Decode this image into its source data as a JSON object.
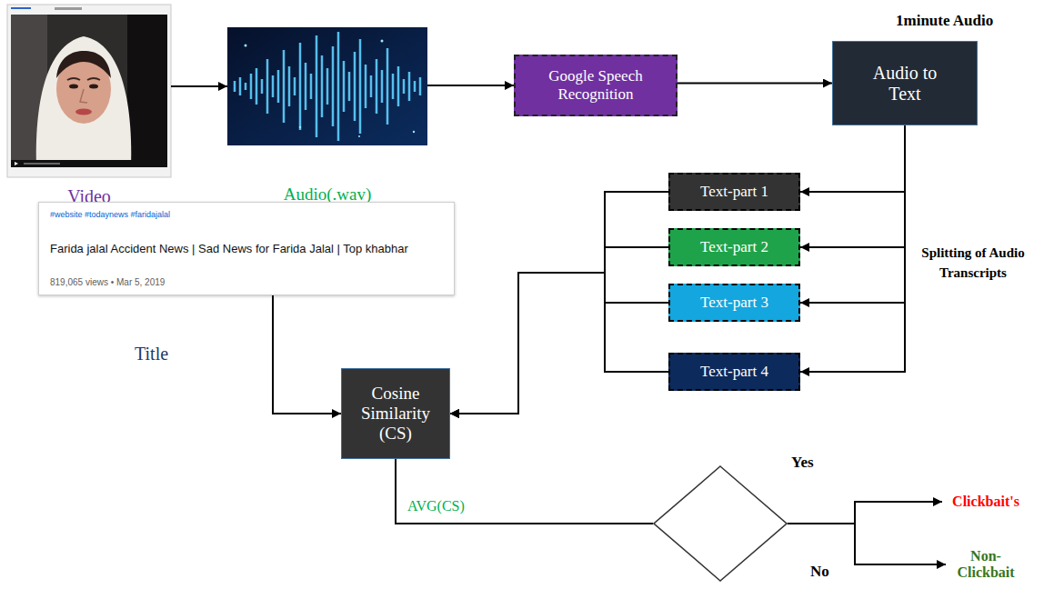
{
  "diagram": {
    "nodes": [
      {
        "text": [
          "Video"
        ]
      },
      {
        "text": [
          "Audio(.wav)"
        ]
      },
      {
        "text": [
          "Google Speech Recognition"
        ]
      },
      {
        "text": [
          "Audio to Text"
        ]
      },
      {
        "text": [
          "Text-part 1"
        ]
      },
      {
        "text": [
          "Text-part 2"
        ]
      },
      {
        "text": [
          "Text-part 3"
        ]
      },
      {
        "text": [
          "Text-part 4"
        ]
      },
      {
        "text": [
          "#website #todaynews #faridajalal",
          "Farida jalal Accident News | Sad News for Farida Jalal | Top khabhar",
          "819,065 views • Mar 5, 2019",
          "Title"
        ]
      },
      {
        "text": [
          "Cosine Similarity (CS)"
        ]
      },
      {
        "text": []
      },
      {
        "text": [
          "Clickbait's"
        ]
      },
      {
        "text": [
          "Non- Clickbait"
        ]
      }
    ],
    "edges": [
      {
        "from": 0,
        "to": 1,
        "arrow": "to"
      },
      {
        "from": 1,
        "to": 2,
        "arrow": "to"
      },
      {
        "from": 2,
        "to": 3,
        "arrow": "to"
      },
      {
        "from": 3,
        "to": 4,
        "arrow": "to"
      },
      {
        "from": 3,
        "to": 5,
        "arrow": "to"
      },
      {
        "from": 3,
        "to": 6,
        "arrow": "to"
      },
      {
        "from": 3,
        "to": 7,
        "arrow": "to"
      },
      {
        "from": 4,
        "to": 9,
        "arrow": "to"
      },
      {
        "from": 5,
        "to": 9,
        "arrow": "to"
      },
      {
        "from": 6,
        "to": 9,
        "arrow": "to"
      },
      {
        "from": 7,
        "to": 9,
        "arrow": "to"
      },
      {
        "from": 8,
        "to": 9,
        "arrow": "to"
      },
      {
        "from": 9,
        "to": 10,
        "label": "AVG(CS)",
        "arrow": "none"
      },
      {
        "from": 10,
        "to": 11,
        "label": "Yes",
        "arrow": "to"
      },
      {
        "from": 10,
        "to": 12,
        "label": "No",
        "arrow": "to"
      }
    ],
    "labels": [
      "1minute Audio",
      "Splitting of Audio Transcripts"
    ]
  }
}
